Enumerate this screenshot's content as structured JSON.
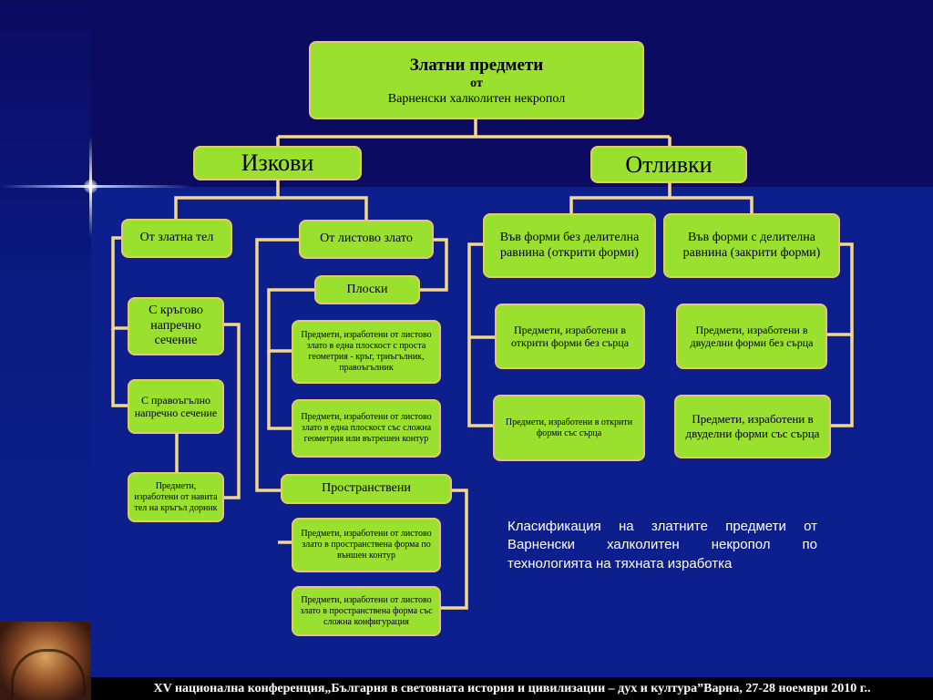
{
  "root": {
    "line1": "Златни предмети",
    "line2": "от",
    "line3": "Варненски халколитен некропол"
  },
  "forged": {
    "label": "Изкови",
    "from_gold_bar": "От златна тел",
    "round_section": "С кръгово напречно сечение",
    "rect_section": "С правоъгълно напречно сечение",
    "wire_mandrel": "Предмети, изработени от навита тел на кръгъл дорник",
    "from_sheet": "От листово злато",
    "flat": "Плоски",
    "flat_simple": "Предмети, изработени от листово злато в една плоскост с проста геометрия - кръг, триъгълник, правоъгълник",
    "flat_complex": "Предмети, изработени от листово злато в една плоскост със сложна геометрия или вътрешен контур",
    "spatial": "Пространствени",
    "spatial_outer": "Предмети, изработени от листово злато в пространствена форма по външен контур",
    "spatial_complex": "Предмети, изработени от листово злато в пространствена форма със сложна конфигурация"
  },
  "cast": {
    "label": "Отливки",
    "open_molds": "Във форми без делителна равнина (открити форми)",
    "closed_molds": "Във форми с делителна равнина (закрити форми)",
    "open_no_core": "Предмети, изработени в открити форми без сърца",
    "open_with_core": "Предмети, изработени в открити форми със сърца",
    "closed_no_core": "Предмети, изработени в двуделни форми без сърца",
    "closed_with_core": "Предмети, изработени в двуделни форми със сърца"
  },
  "caption": "Класификация на златните предмети от Варненски халколитен некропол по технологията на тяхната изработка",
  "footer": "XV национална конференция„България в световната история и цивилизации – дух и култура”Варна, 27-28 ноември 2010 г..",
  "colors": {
    "box_fill": "#9ae02e",
    "box_border": "#e8c76a",
    "connector": "#f5d78c",
    "background": "#0d1f8c"
  }
}
